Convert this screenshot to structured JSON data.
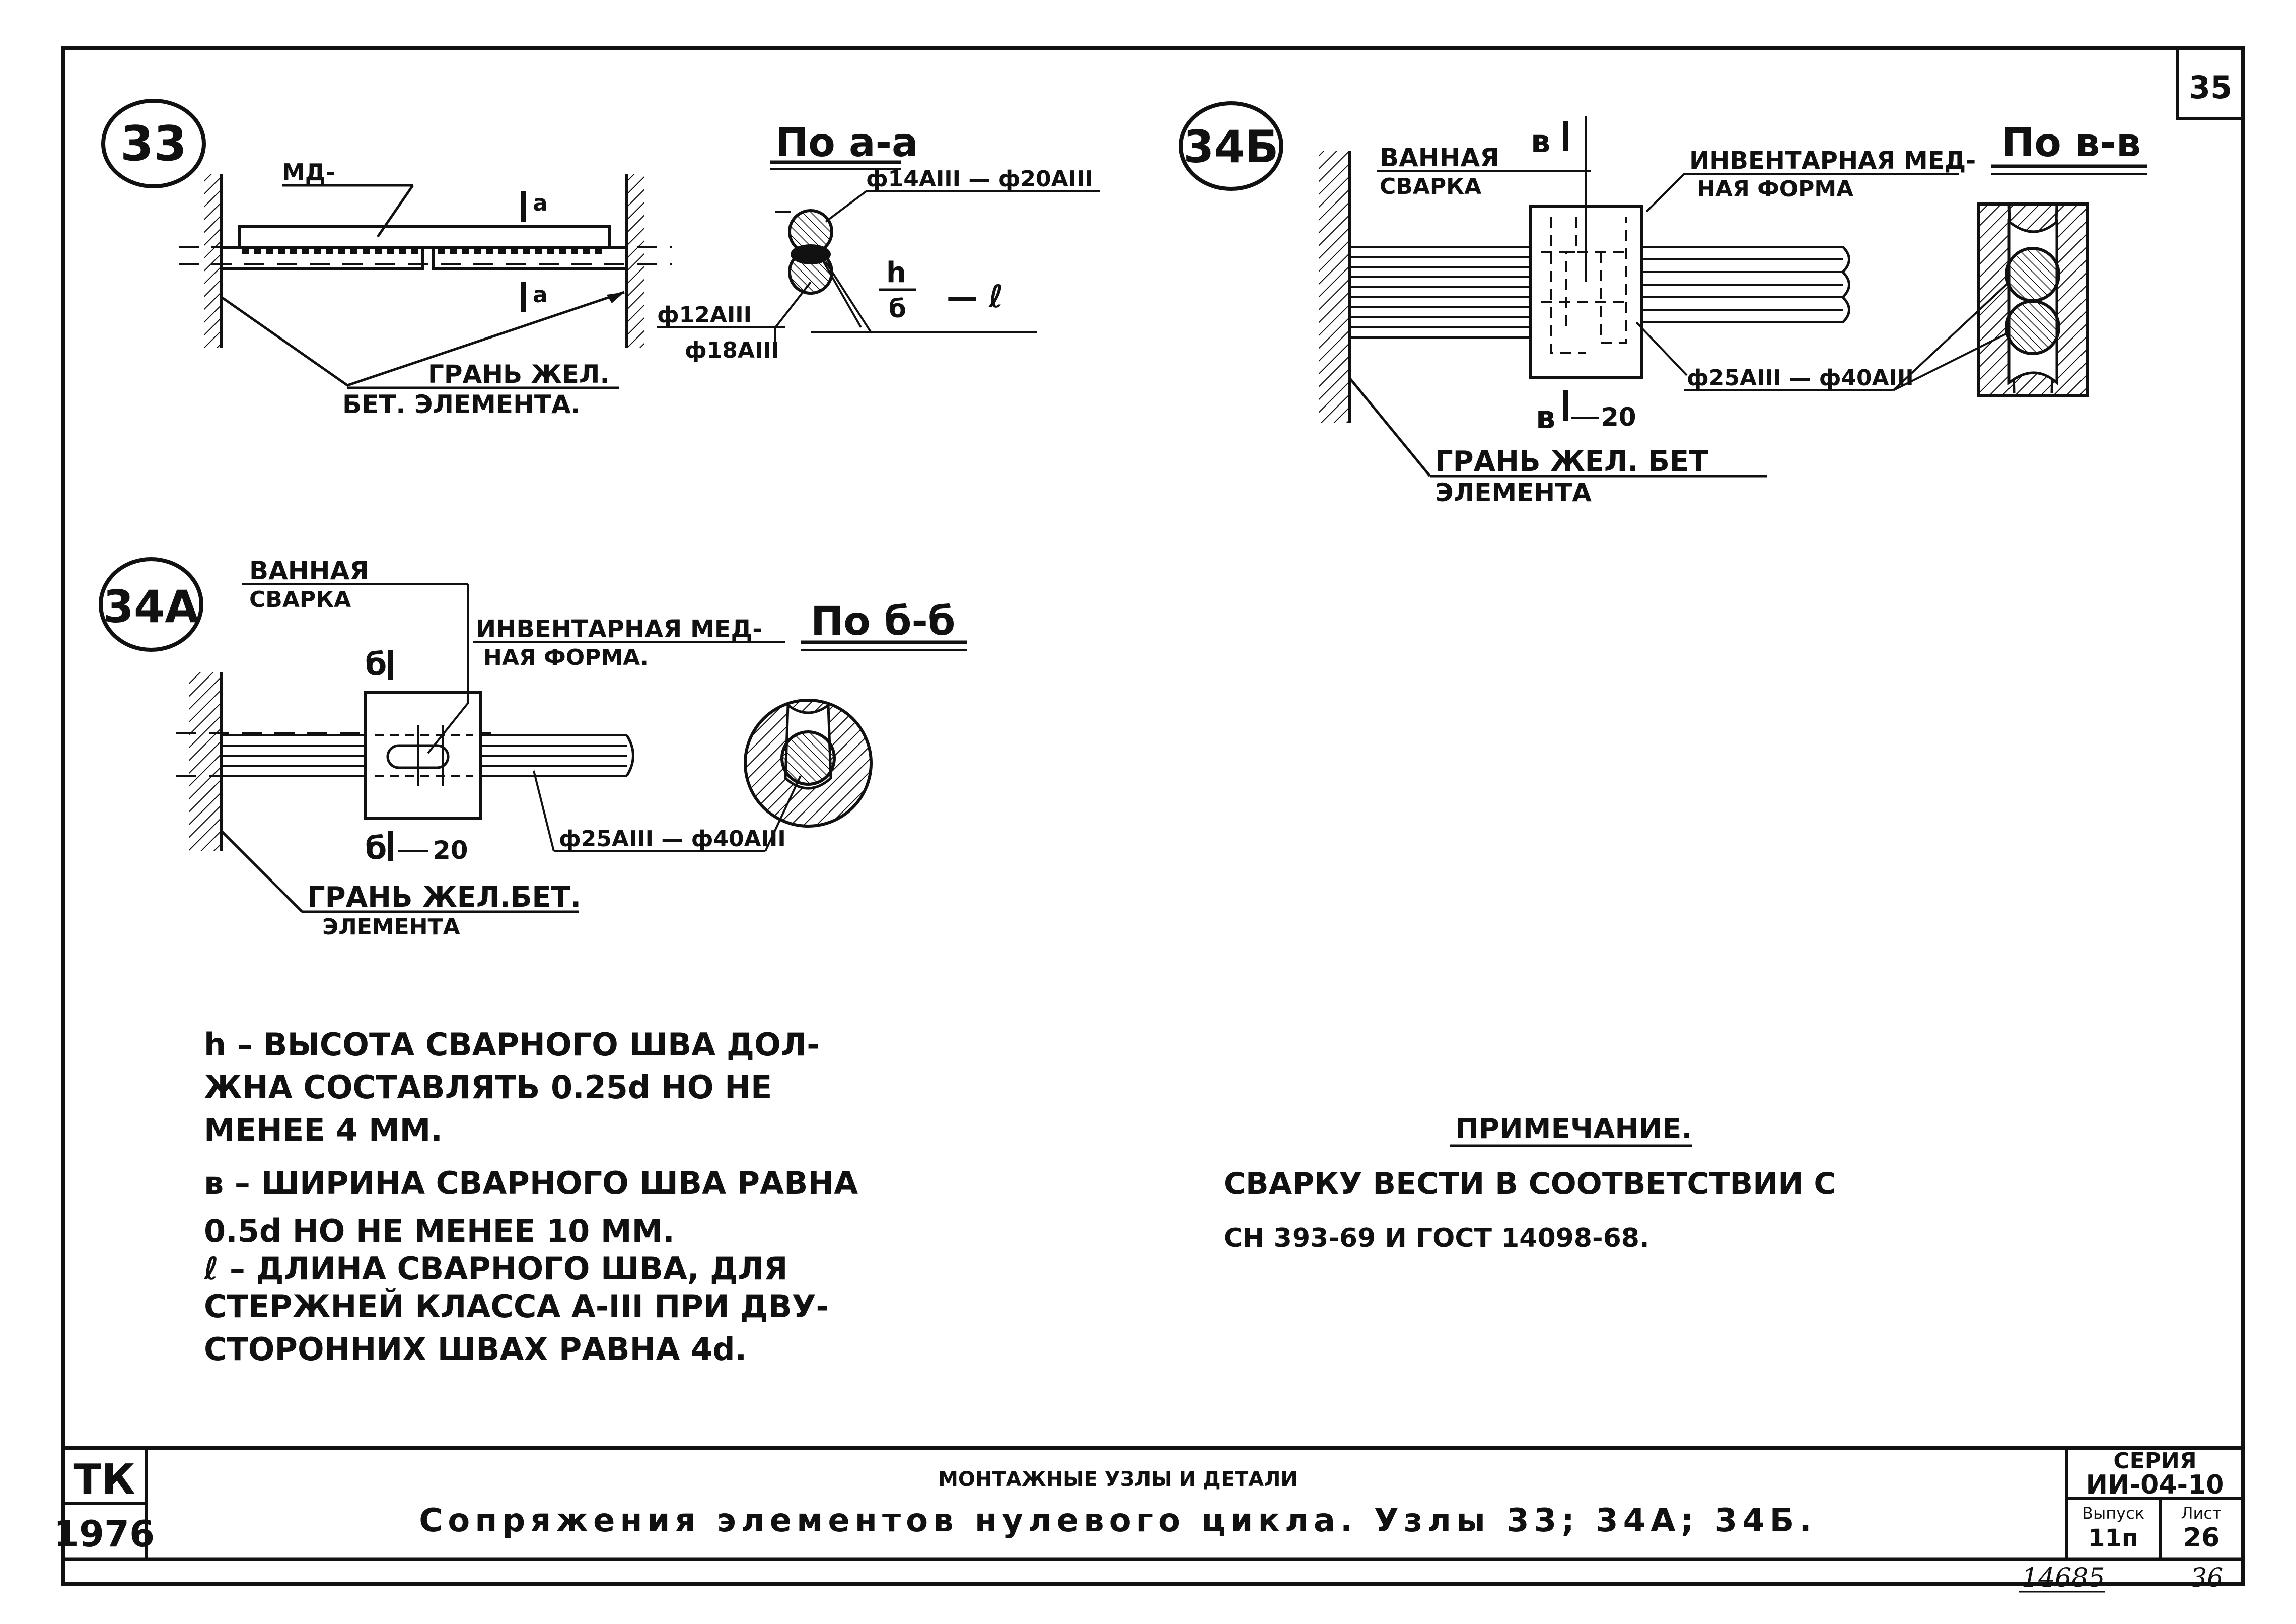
{
  "sheet": {
    "number": "35"
  },
  "node33": {
    "label": "33",
    "md_label": "МД-",
    "section_a": "а",
    "section_title": "По а-а",
    "rebar_top": "ф14АIII — ф20АIII",
    "rebar_left1": "ф12АIII",
    "rebar_left2": "ф18АIII",
    "h_label": "h",
    "b_label": "б",
    "l_label": "— ℓ",
    "face1": "ГРАНЬ ЖЕЛ.",
    "face2": "БЕТ. ЭЛЕМЕНТА."
  },
  "node34b": {
    "label": "34Б",
    "weld1": "ВАННАЯ",
    "weld2": "СВАРКА",
    "form1": "ИНВЕНТАРНАЯ МЕД-",
    "form2": "НАЯ ФОРМА",
    "section_mark": "в",
    "section_title": "По в-в",
    "rebar": "ф25АIII — ф40АIII",
    "gap": "20",
    "face1": "ГРАНЬ ЖЕЛ. БЕТ",
    "face2": "ЭЛЕМЕНТА"
  },
  "node34a": {
    "label": "34А",
    "weld1": "ВАННАЯ",
    "weld2": "СВАРКА",
    "form1": "ИНВЕНТАРНАЯ МЕД-",
    "form2": "НАЯ ФОРМА.",
    "section_mark": "б",
    "section_title": "По б-б",
    "rebar": "ф25АIII — ф40АIII",
    "gap": "20",
    "face1": "ГРАНЬ ЖЕЛ.БЕТ.",
    "face2": "ЭЛЕМЕНТА"
  },
  "legend": {
    "line1": "h – ВЫСОТА СВАРНОГО ШВА ДОЛ-",
    "line2": "ЖНА СОСТАВЛЯТЬ 0.25d НО НЕ",
    "line3": "МЕНЕЕ 4 ММ.",
    "line4": "в – ШИРИНА СВАРНОГО ШВА РАВНА",
    "line5": "0.5d НО НЕ МЕНЕЕ 10 ММ.",
    "line6": "ℓ – ДЛИНА СВАРНОГО ШВА, ДЛЯ",
    "line7": "СТЕРЖНЕЙ КЛАССА А-III ПРИ ДВУ-",
    "line8": "СТОРОННИХ ШВАХ РАВНА 4d."
  },
  "note": {
    "title": "ПРИМЕЧАНИЕ.",
    "line1": "СВАРКУ ВЕСТИ В СООТВЕТСТВИИ С",
    "line2": "СН 393-69 И ГОСТ 14098-68."
  },
  "title_block": {
    "org1": "ТК",
    "org2": "1976",
    "subtitle": "МОНТАЖНЫЕ УЗЛЫ И ДЕТАЛИ",
    "title": "Сопряжения элементов нулевого цикла. Узлы 33; 34А; 34Б.",
    "series_label": "СЕРИЯ",
    "series_value": "ИИ-04-10",
    "issue_label": "Выпуск",
    "issue_value": "11п",
    "sheet_label": "Лист",
    "sheet_value": "26"
  },
  "footer": {
    "archive": "14685",
    "page": "36"
  }
}
